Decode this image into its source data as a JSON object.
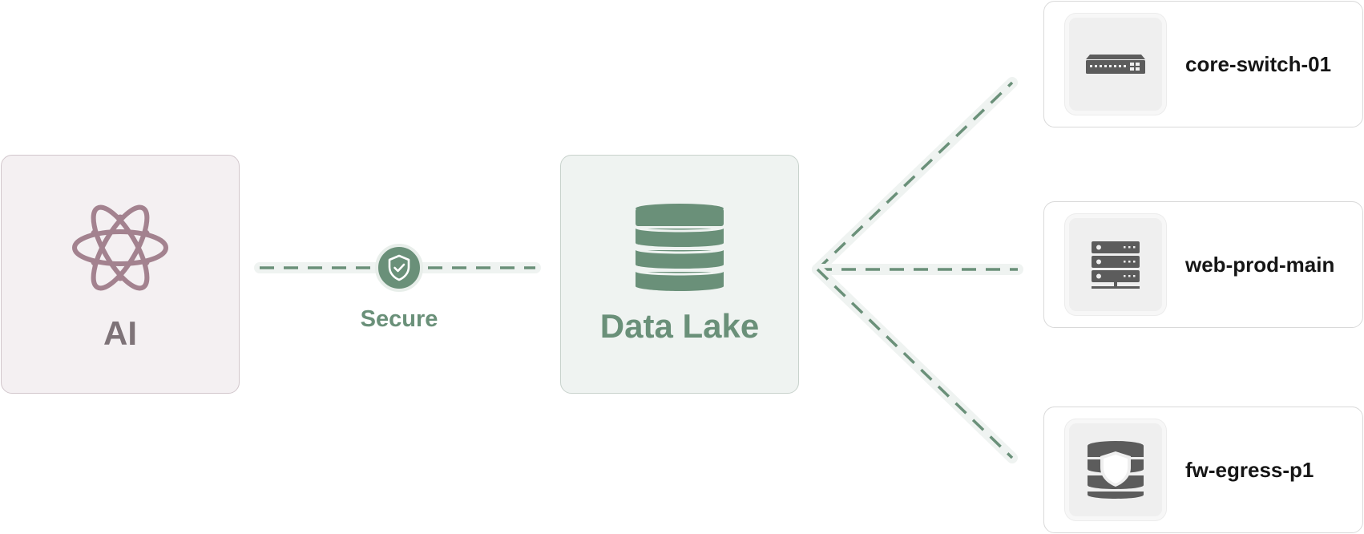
{
  "nodes": {
    "source": {
      "label": "AI",
      "icon": "atom-icon"
    },
    "hub": {
      "label": "Data Lake",
      "icon": "database-icon"
    }
  },
  "link": {
    "label": "Secure",
    "icon": "shield-check-icon"
  },
  "devices": [
    {
      "name": "core-switch-01",
      "icon": "network-switch-icon"
    },
    {
      "name": "web-prod-main",
      "icon": "server-rack-icon"
    },
    {
      "name": "fw-egress-p1",
      "icon": "database-shield-icon"
    }
  ],
  "colors": {
    "accent_green": "#6a9079",
    "ai_purple": "#a3828f",
    "ai_label": "#7e7378",
    "device_icon": "#5c5c5c"
  }
}
